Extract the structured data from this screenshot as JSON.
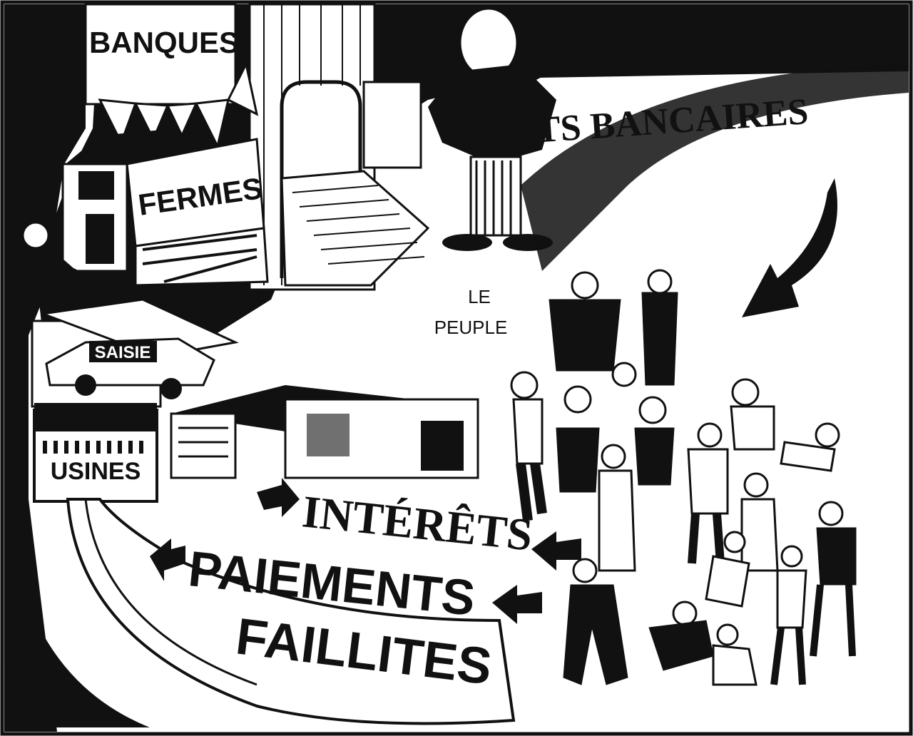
{
  "illustration": {
    "labels": {
      "banques": "BANQUES",
      "fermes": "FERMES",
      "saisie": "SAISIE",
      "usines": "USINES",
      "prets": "PRÊTS BANCAIRES",
      "peuple_line1": "LE",
      "peuple_line2": "PEUPLE",
      "interets": "INTÉRÊTS",
      "paiements": "PAIEMENTS",
      "faillites": "FAILLITES"
    },
    "colors": {
      "ink": "#111111",
      "paper": "#ffffff"
    }
  }
}
